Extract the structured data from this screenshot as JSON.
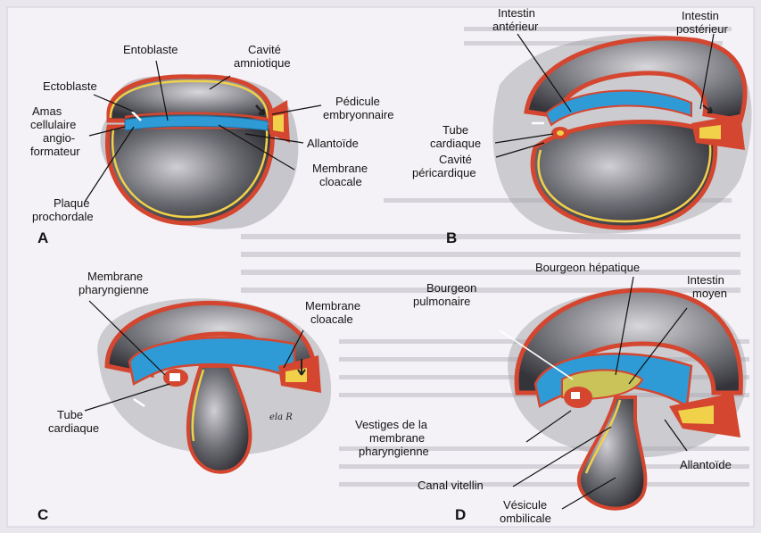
{
  "panels": {
    "A": {
      "letter": "A",
      "labels": {
        "entoblaste": "Entoblaste",
        "cavite_1": "Cavité",
        "cavite_2": "amniotique",
        "ectoblaste": "Ectoblaste",
        "amas_1": "Amas",
        "amas_2": "cellulaire",
        "amas_3": "angio-",
        "amas_4": "formateur",
        "pedicule_1": "Pédicule",
        "pedicule_2": "embryonnaire",
        "allantoide": "Allantoïde",
        "membrane_1": "Membrane",
        "membrane_2": "cloacale",
        "plaque_1": "Plaque",
        "plaque_2": "prochordale"
      }
    },
    "B": {
      "letter": "B",
      "labels": {
        "ant_1": "Intestin",
        "ant_2": "antérieur",
        "post_1": "Intestin",
        "post_2": "postérieur",
        "tube_1": "Tube",
        "tube_2": "cardiaque",
        "cav_1": "Cavité",
        "cav_2": "péricardique"
      }
    },
    "C": {
      "letter": "C",
      "labels": {
        "phar_1": "Membrane",
        "phar_2": "pharyngienne",
        "cloa_1": "Membrane",
        "cloa_2": "cloacale",
        "tube_1": "Tube",
        "tube_2": "cardiaque"
      },
      "signature": "ela R"
    },
    "D": {
      "letter": "D",
      "labels": {
        "hepat": "Bourgeon hépatique",
        "moyen_1": "Intestin",
        "moyen_2": "moyen",
        "pulm_1": "Bourgeon",
        "pulm_2": "pulmonaire",
        "vest_1": "Vestiges de la",
        "vest_2": "membrane",
        "vest_3": "pharyngienne",
        "allantoide": "Allantoïde",
        "canal": "Canal vitellin",
        "vesi_1": "Vésicule",
        "vesi_2": "ombilicale"
      }
    }
  },
  "colors": {
    "paper": "#e9e6ee",
    "ectoderm": "#d4462f",
    "endoderm": "#2e9bd6",
    "mesoderm": "#f1d04a",
    "cavity": "#55555c",
    "shadow": "#9b9ba3"
  }
}
